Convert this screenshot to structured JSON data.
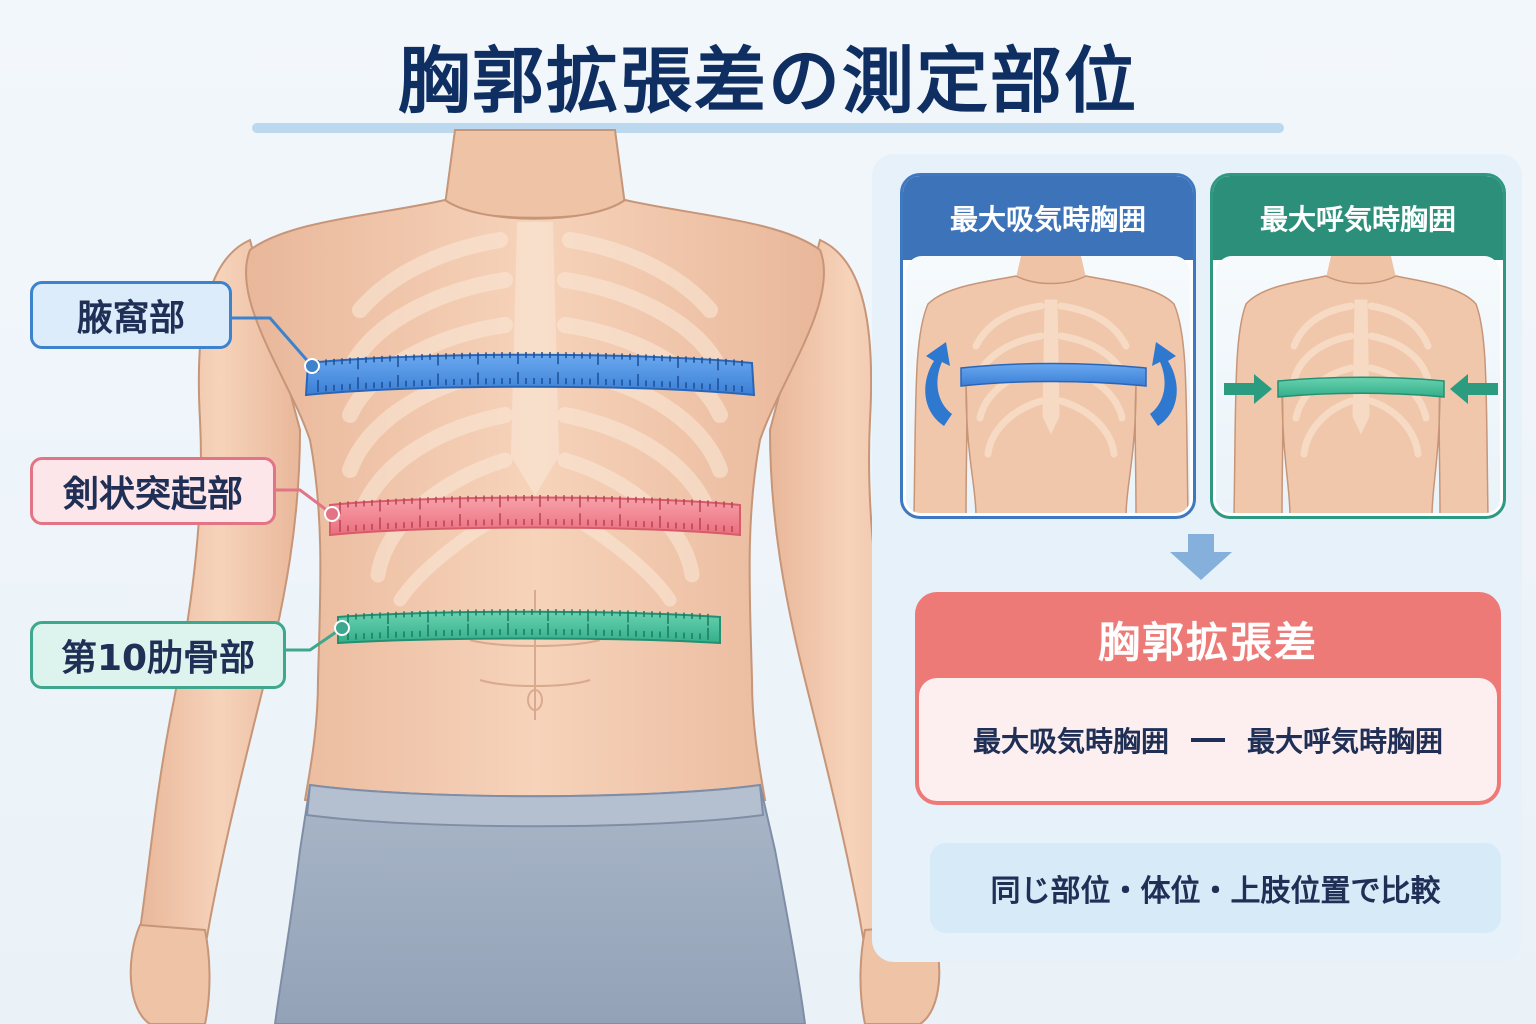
{
  "title": "胸郭拡張差の測定部位",
  "callouts": {
    "axilla": "腋窩部",
    "xiphoid": "剣状突起部",
    "rib10": "第10肋骨部"
  },
  "cards": {
    "inspiration": "最大吸気時胸囲",
    "expiration": "最大呼気時胸囲"
  },
  "result": {
    "title": "胸郭拡張差",
    "minuend": "最大吸気時胸囲",
    "subtrahend": "最大呼気時胸囲"
  },
  "note": "同じ部位・体位・上肢位置で比較",
  "colors": {
    "title": "#0f2f63",
    "blue_tape": "#4a8fe0",
    "red_tape": "#f07a86",
    "green_tape": "#3fbf9a",
    "result_header": "#ee7a77",
    "skin": "#f2c9ad"
  },
  "icons": {
    "expand_arrows": "curved-arrow-up-icon",
    "compress_arrows": "arrow-inward-icon",
    "flow": "arrow-down-icon"
  }
}
